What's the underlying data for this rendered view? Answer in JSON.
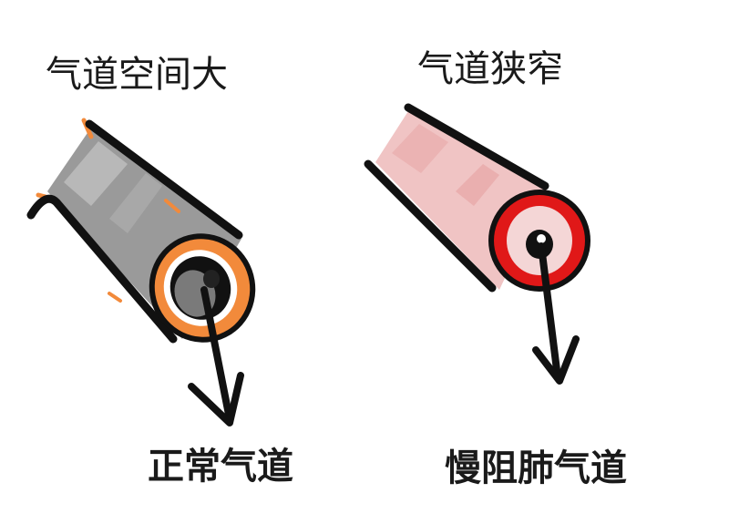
{
  "labels": {
    "top_left": "气道空间大",
    "top_right": "气道狭窄",
    "bottom_left": "正常气道",
    "bottom_right": "慢阻肺气道"
  },
  "colors": {
    "normal_wall": "#f28a3b",
    "normal_tube": "#9a9a9a",
    "copd_wall": "#e01818",
    "copd_tube": "#f0c4c4",
    "ink": "#111111"
  }
}
